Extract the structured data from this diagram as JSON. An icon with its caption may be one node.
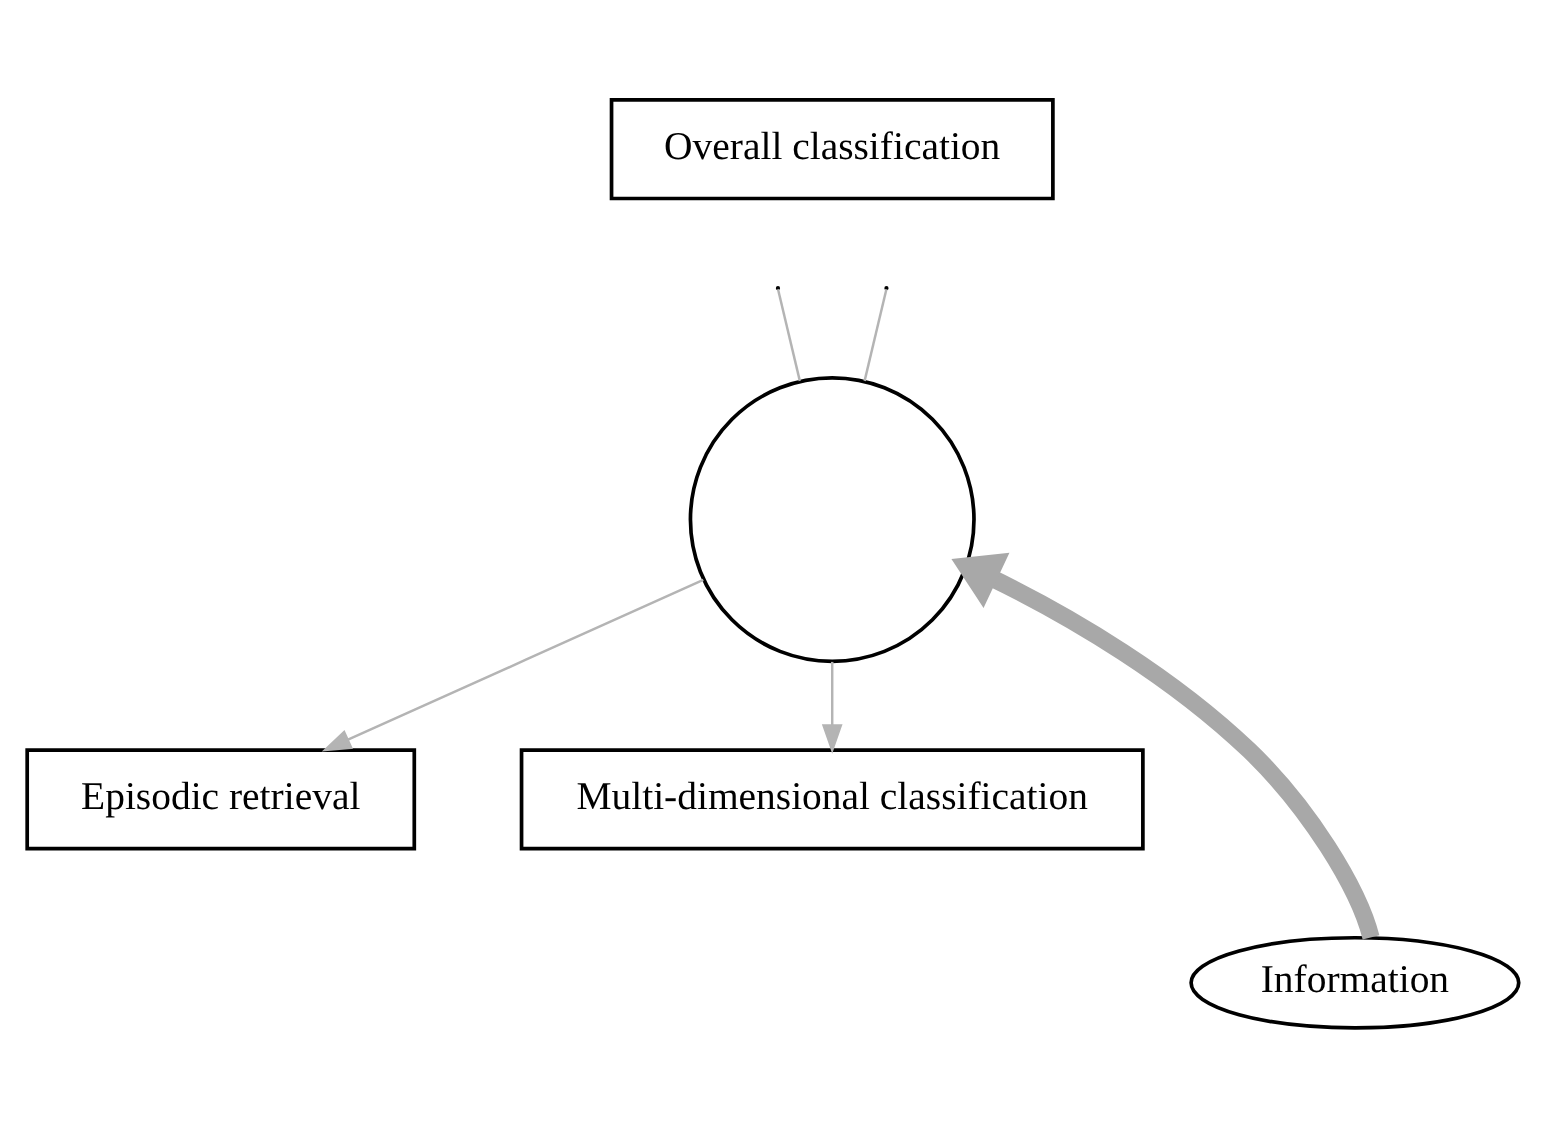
{
  "diagram": {
    "nodes": [
      {
        "text": [
          "Overall classification"
        ]
      },
      {
        "text": [],
        "shape": "circle"
      },
      {
        "text": [
          "Episodic retrieval"
        ]
      },
      {
        "text": [
          "Multi-dimensional classification"
        ]
      },
      {
        "text": [
          "Information"
        ]
      }
    ],
    "edges": [
      {
        "from": null,
        "to": 1,
        "arrow": "none",
        "color": "#b4b4b4"
      },
      {
        "from": null,
        "to": 1,
        "arrow": "none",
        "color": "#b4b4b4"
      },
      {
        "from": 1,
        "to": 2,
        "arrow": "to",
        "color": "#b4b4b4"
      },
      {
        "from": 1,
        "to": 3,
        "arrow": "to",
        "color": "#b4b4b4"
      },
      {
        "from": 4,
        "to": 1,
        "arrow": "to",
        "style": "thick",
        "color": "#a8a8a8"
      }
    ]
  }
}
